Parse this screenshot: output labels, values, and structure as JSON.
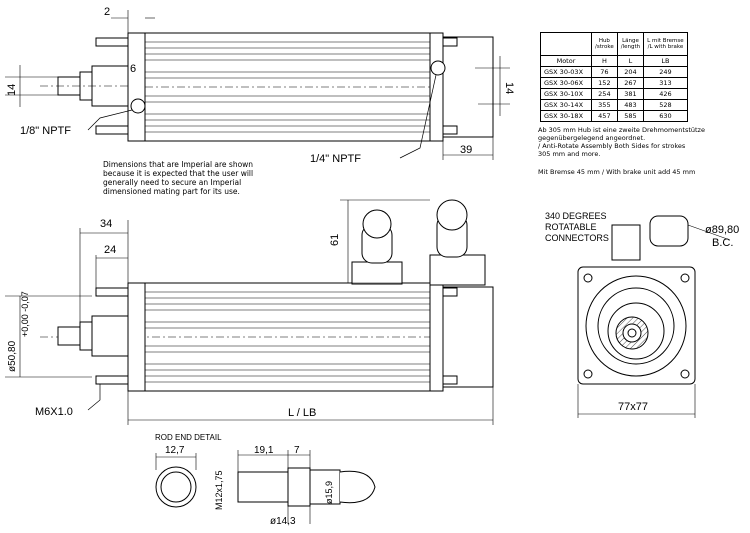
{
  "top_view": {
    "dim_2": "2",
    "dim_6": "6",
    "dim_14_left": "14",
    "dim_14_right": "14",
    "dim_39": "39",
    "port_small": "1/8\" NPTF",
    "port_large": "1/4\" NPTF"
  },
  "imperial_note": "Dimensions that are Imperial are shown\nbecause it is expected that the user will\ngenerally need to secure an Imperial\ndimensioned mating part for its use.",
  "side_view": {
    "dim_34": "34",
    "dim_24": "24",
    "dim_61": "61",
    "dia_rod": "ø50,80",
    "tol": "+0,00\n-0,07",
    "thread": "M6X1.0",
    "length": "L / LB"
  },
  "end_view": {
    "connectors_line1": "340 DEGREES",
    "connectors_line2": "ROTATABLE",
    "connectors_line3": "CONNECTORS",
    "bc_dia": "ø89,80",
    "bc_label": "B.C.",
    "square": "77x77"
  },
  "rod_end": {
    "title": "ROD END DETAIL",
    "dim_12_7": "12,7",
    "dim_19_1": "19,1",
    "dim_7": "7",
    "thread": "M12x1,75",
    "dia_15_9": "ø15,9",
    "dia_14_3": "ø14,3"
  },
  "table": {
    "header": {
      "hub": "Hub\n/stroke",
      "length": "Länge\n/length",
      "brake": "L mit Bremse\n/L with brake"
    },
    "subheader": [
      "Motor",
      "H",
      "L",
      "LB"
    ],
    "rows": [
      [
        "GSX 30-03X",
        "76",
        "204",
        "249"
      ],
      [
        "GSX 30-06X",
        "152",
        "267",
        "313"
      ],
      [
        "GSX 30-10X",
        "254",
        "381",
        "426"
      ],
      [
        "GSX 30-14X",
        "355",
        "483",
        "528"
      ],
      [
        "GSX 30-18X",
        "457",
        "585",
        "630"
      ]
    ]
  },
  "notes": {
    "second_support": "Ab 305 mm Hub ist eine zweite Drehmomentstütze\ngegenübergelegend angeordnet.\n/ Anti-Rotate Assembly Both Sides for strokes\n305 mm and more.",
    "brake": "Mit Bremse 45 mm / With brake unit add 45 mm"
  }
}
